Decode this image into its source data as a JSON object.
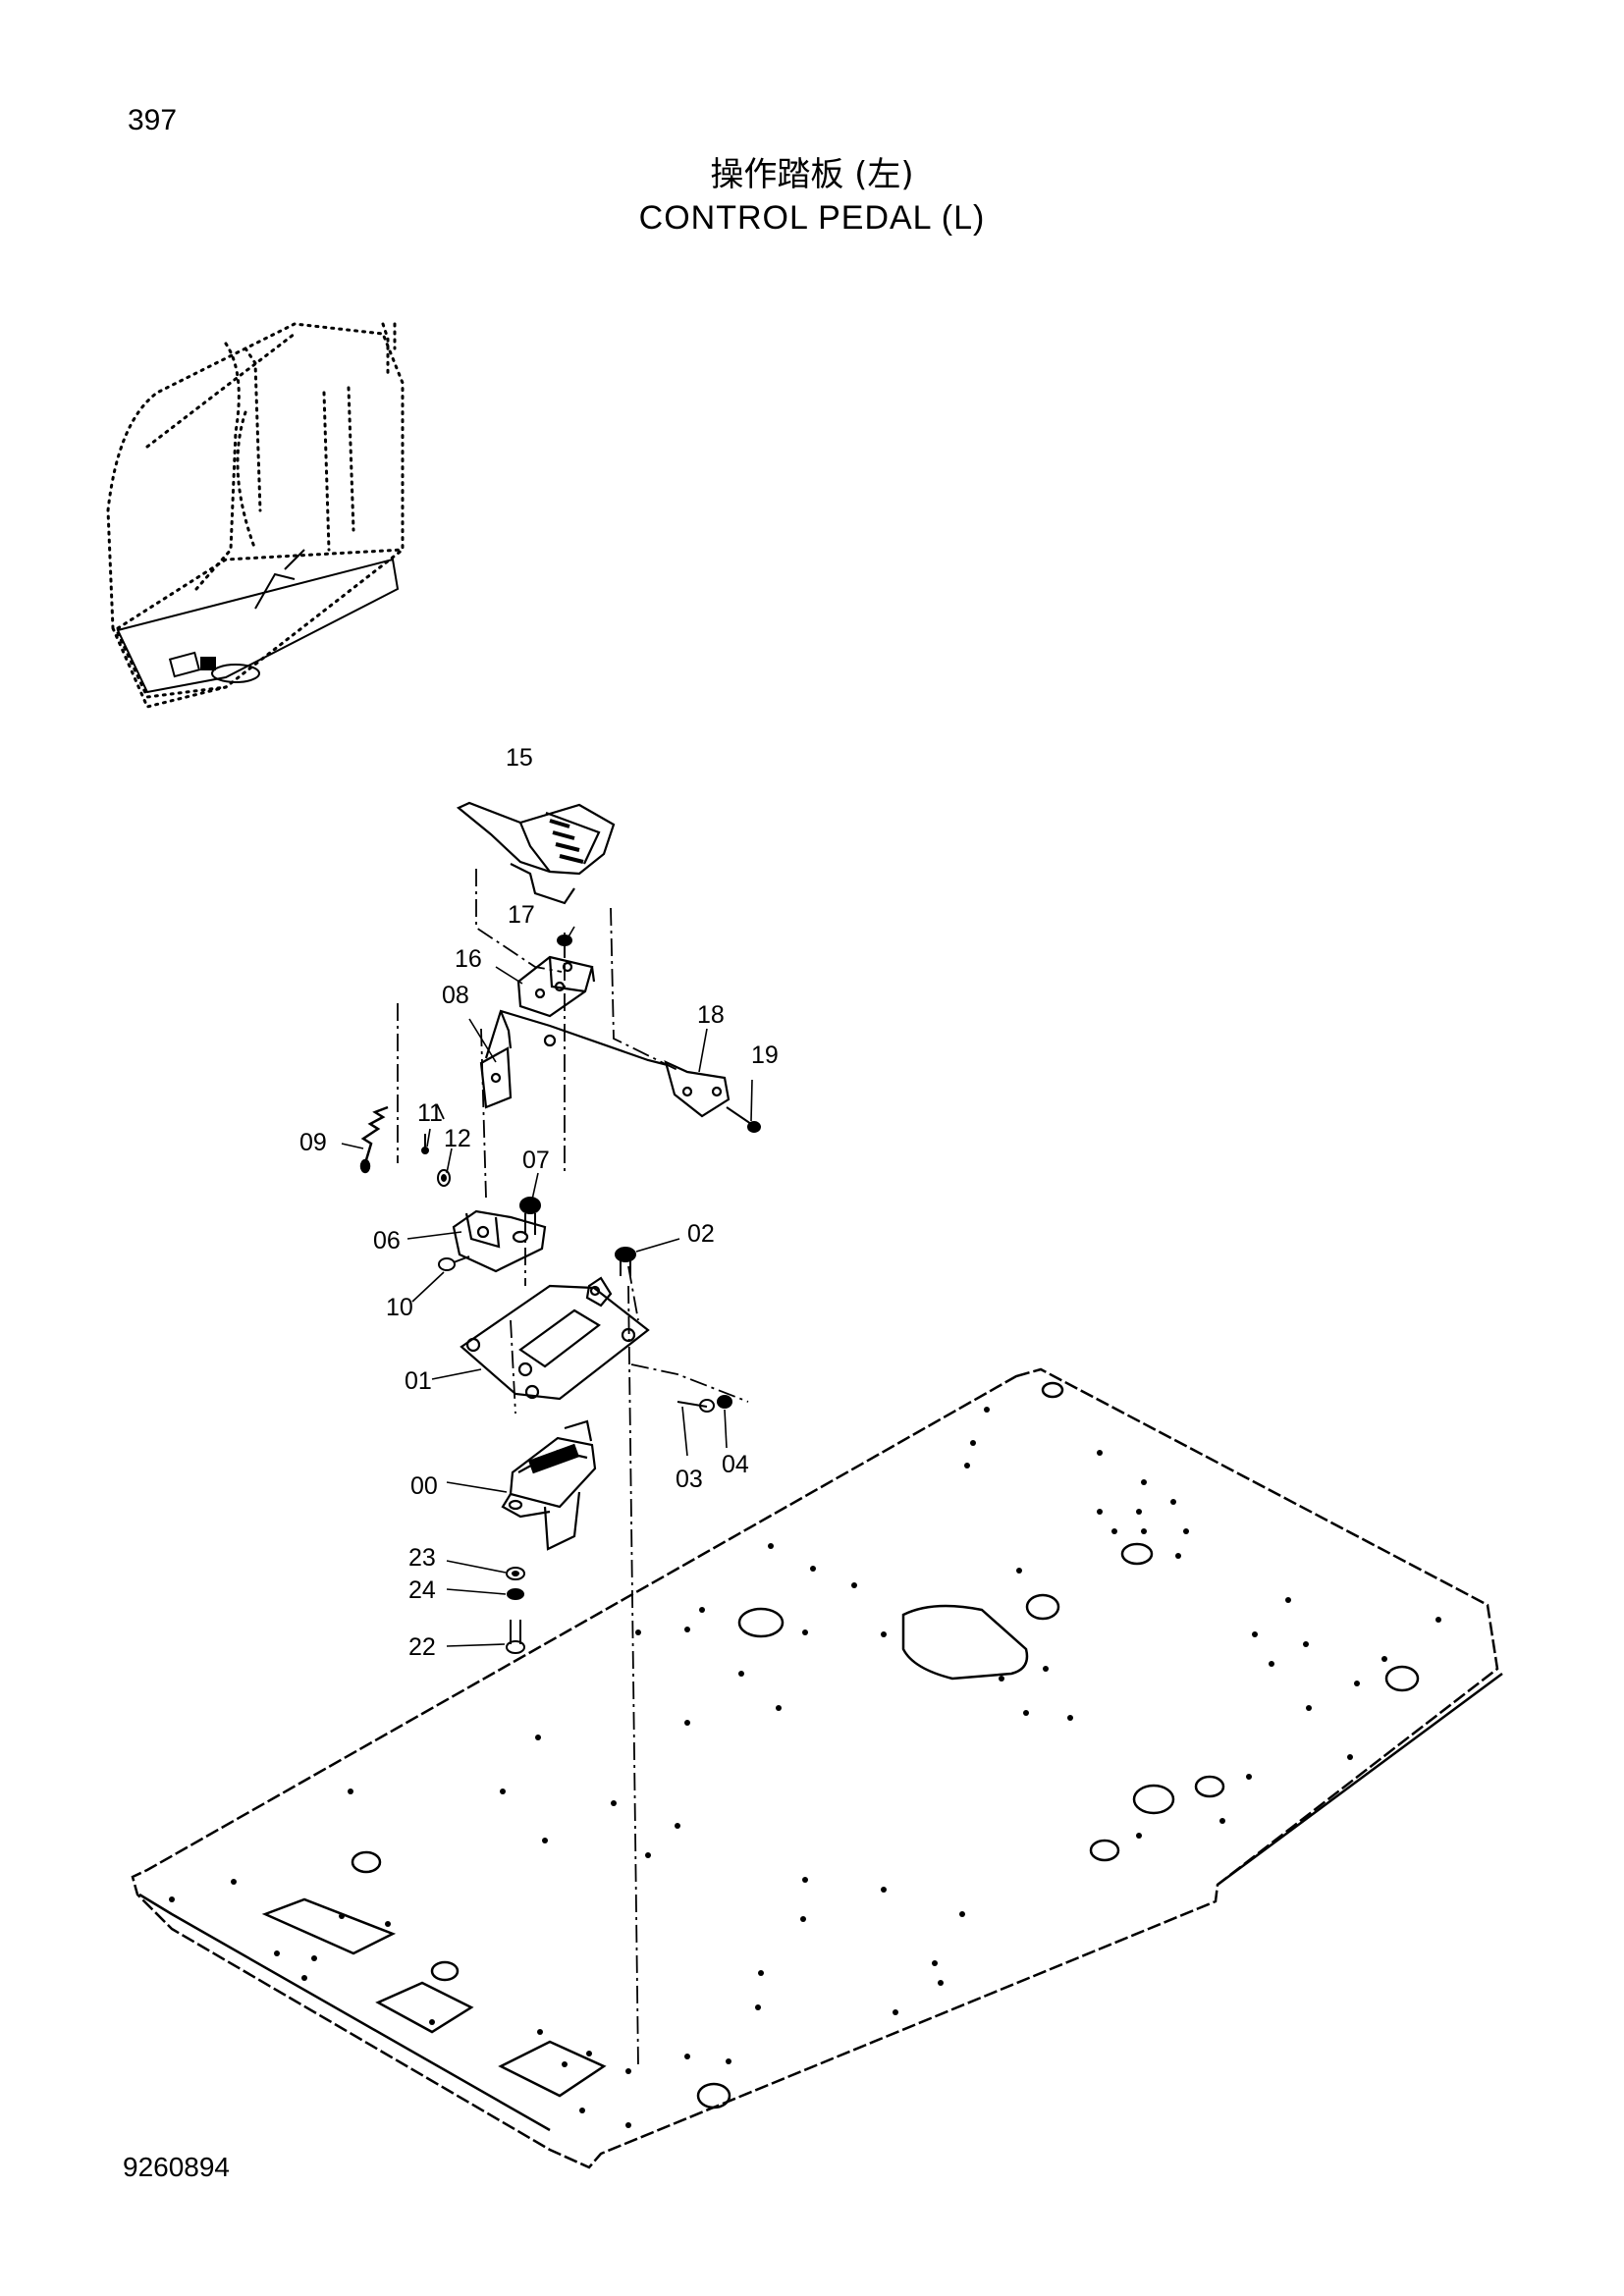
{
  "header": {
    "page_number": "397",
    "title_cn": "操作踏板 (左)",
    "title_en": "CONTROL  PEDAL  (L)"
  },
  "footer": {
    "drawing_number": "9260894"
  },
  "callouts": {
    "p15": "15",
    "p17": "17",
    "p16": "16",
    "p08": "08",
    "p18": "18",
    "p19": "19",
    "p11": "11",
    "p12": "12",
    "p09": "09",
    "p07": "07",
    "p06": "06",
    "p02": "02",
    "p10": "10",
    "p01": "01",
    "p03": "03",
    "p04": "04",
    "p00": "00",
    "p23": "23",
    "p24": "24",
    "p22": "22"
  }
}
